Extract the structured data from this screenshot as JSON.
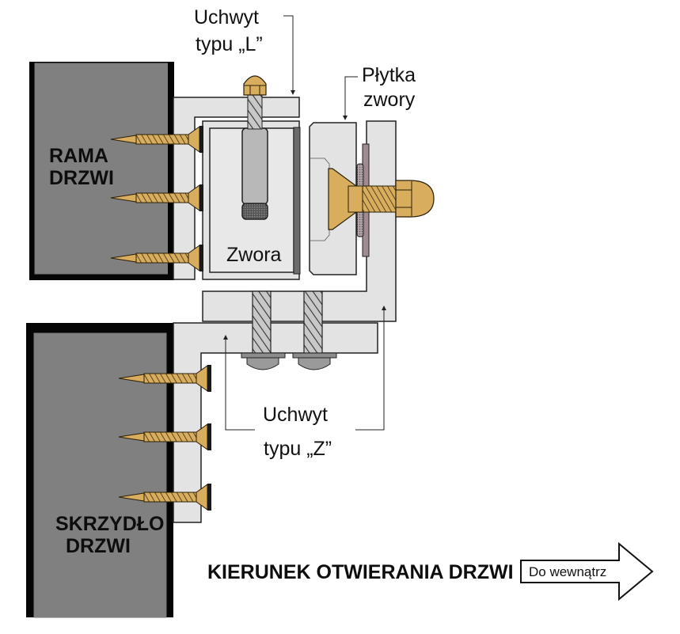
{
  "labels": {
    "l_bracket": [
      "Uchwyt",
      "typu „L”"
    ],
    "armature_plate": [
      "Płytka",
      "zwory"
    ],
    "armature": "Zwora",
    "z_bracket": [
      "Uchwyt",
      "typu „Z”"
    ],
    "door_frame": [
      "RAMA",
      "DRZWI"
    ],
    "door_leaf": [
      "SKRZYDŁO",
      "DRZWI"
    ],
    "opening_direction": "KIERUNEK OTWIERANIA DRZWI",
    "arrow_text": "Do wewnątrz"
  },
  "colors": {
    "door_fill": "#808080",
    "door_border": "#050505",
    "bracket_fill": "#e3e3e3",
    "armature_fill": "#e8e8e8",
    "brass": "#d8ad5e",
    "steel": "#b8b8b8",
    "dark_steel": "#6b6b6b",
    "washer": "#a08c90",
    "outline": "#222222"
  }
}
